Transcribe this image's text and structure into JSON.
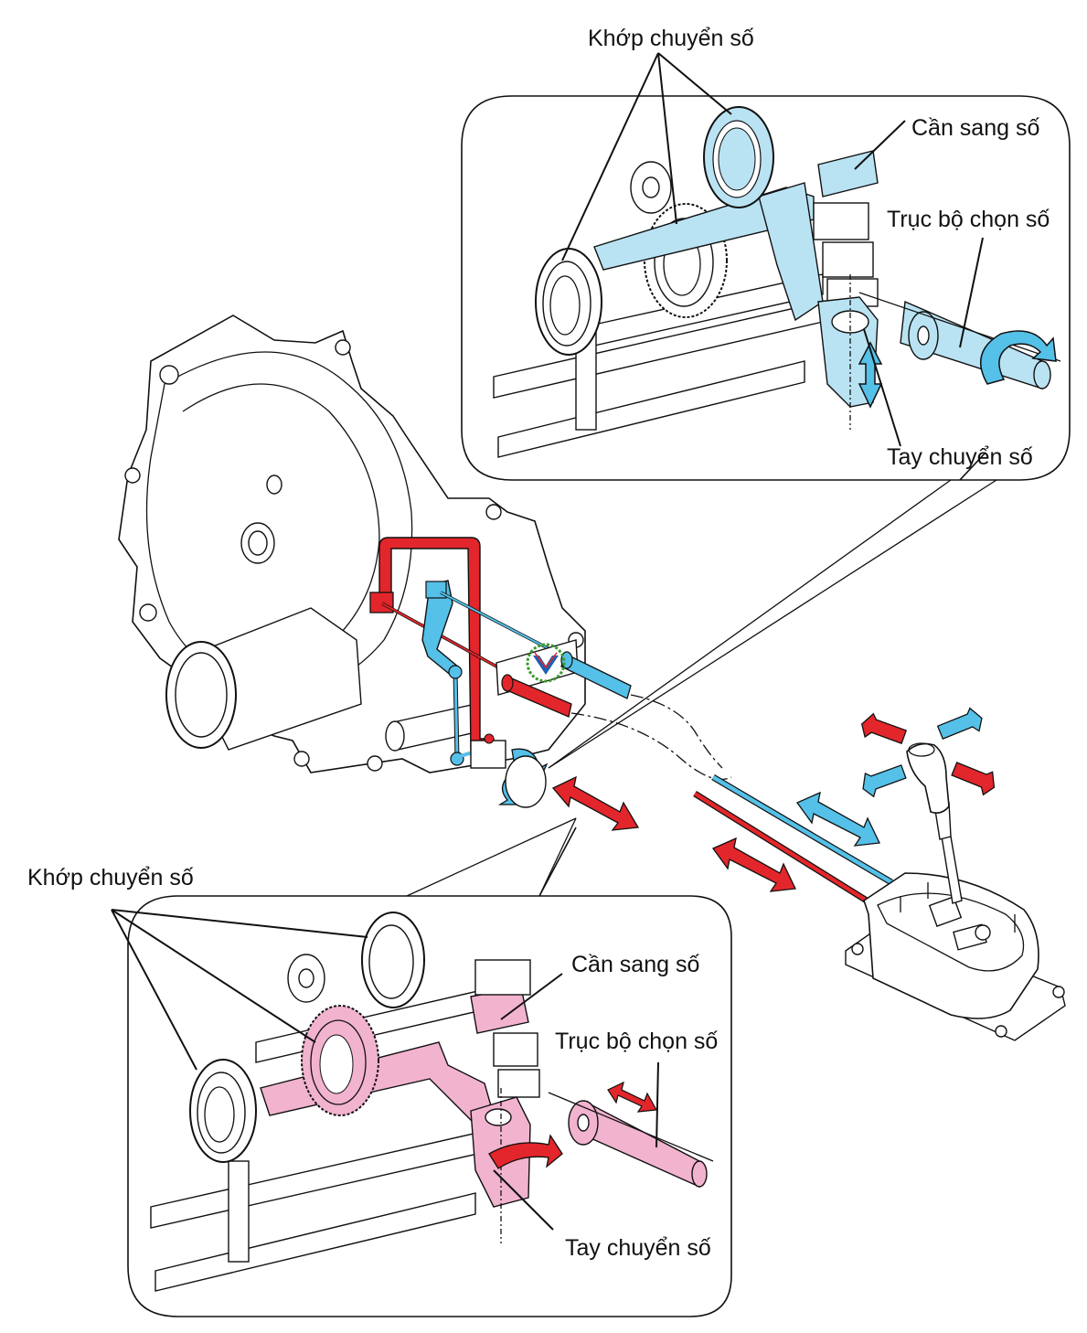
{
  "diagram": {
    "title": "Manual transmission gear shift linkage",
    "colors": {
      "select_blue": "#55c0e8",
      "select_blue_light": "#b9e3f3",
      "shift_red": "#e3262b",
      "shift_pink": "#f2b3cf",
      "outline": "#111111",
      "background": "#ffffff",
      "logo_green": "#3a9a2a",
      "logo_blue": "#1f5fb0"
    },
    "top_callout": {
      "labels": {
        "sleeves": "Khớp chuyển số",
        "shift_fork": "Cần sang số",
        "selector_shaft": "Trục bộ chọn số",
        "shift_lever": "Tay chuyển số"
      },
      "highlight": "select_blue",
      "motion": [
        "rotate",
        "vertical"
      ]
    },
    "bottom_callout": {
      "labels": {
        "sleeves": "Khớp chuyển số",
        "shift_fork": "Cần sang số",
        "selector_shaft": "Trục bộ chọn số",
        "shift_lever": "Tay chuyển số"
      },
      "highlight": "shift_pink",
      "motion": [
        "rotate",
        "axial"
      ]
    },
    "shifter_arrows": [
      {
        "direction": "forward-left",
        "color": "shift_red"
      },
      {
        "direction": "forward-right",
        "color": "select_blue"
      },
      {
        "direction": "back-left",
        "color": "select_blue"
      },
      {
        "direction": "back-right",
        "color": "shift_red"
      }
    ],
    "cables": [
      {
        "name": "select-cable",
        "color": "select_blue"
      },
      {
        "name": "shift-cable",
        "color": "shift_red"
      }
    ]
  }
}
